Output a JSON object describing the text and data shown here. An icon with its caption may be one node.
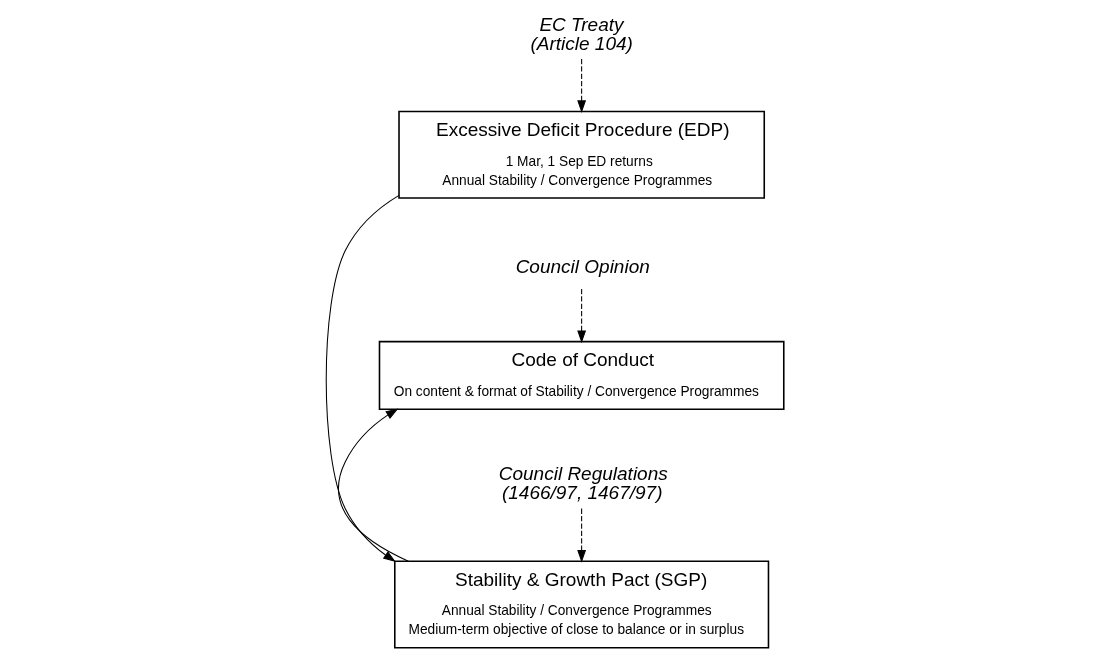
{
  "diagram": {
    "nodes": [
      {
        "text": [
          "EC Treaty",
          "(Article 104)"
        ]
      },
      {
        "text": [
          "Excessive Deficit Procedure (EDP)",
          "1 Mar, 1 Sep ED returns",
          "Annual Stability / Convergence Programmes"
        ]
      },
      {
        "text": [
          "Council Regulations",
          "(1466/97, 1467/97)"
        ]
      },
      {
        "text": [
          "Stability & Growth Pact (SGP)",
          "Annual Stability / Convergence Programmes",
          "Medium-term objective of close to balance or in surplus"
        ]
      },
      {
        "text": [
          "Council Opinion"
        ]
      },
      {
        "text": [
          "Code of Conduct",
          "On content & format of Stability / Convergence Programmes"
        ]
      }
    ],
    "edges": [
      {
        "from": 0,
        "to": 1,
        "arrow": "to",
        "style": "dashed"
      },
      {
        "from": 1,
        "to": 3,
        "arrow": "to"
      },
      {
        "from": 2,
        "to": 3,
        "arrow": "to",
        "style": "dashed"
      },
      {
        "from": 3,
        "to": 5,
        "arrow": "to"
      },
      {
        "from": 4,
        "to": 5,
        "arrow": "to",
        "style": "dashed"
      }
    ]
  }
}
